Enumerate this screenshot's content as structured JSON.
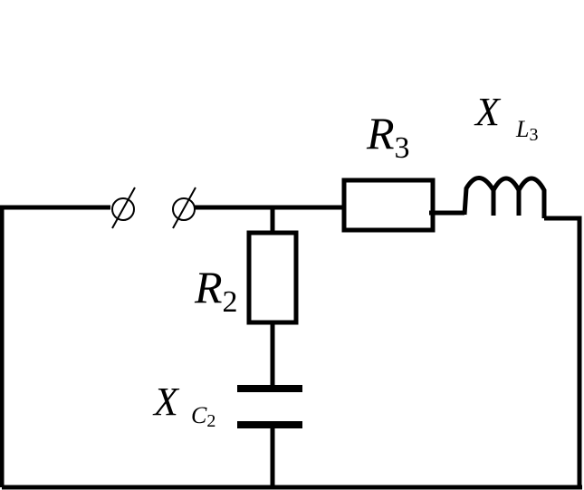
{
  "labels": {
    "r3": {
      "main": "R",
      "sub": "3"
    },
    "xl3": {
      "main": "X",
      "sub_letter": "L",
      "sub_index": "3"
    },
    "r2": {
      "main": "R",
      "sub": "2"
    },
    "xc2": {
      "main": "X",
      "sub_letter": "C",
      "sub_index": "2"
    }
  },
  "colors": {
    "line": "#000000",
    "background": "#ffffff"
  }
}
